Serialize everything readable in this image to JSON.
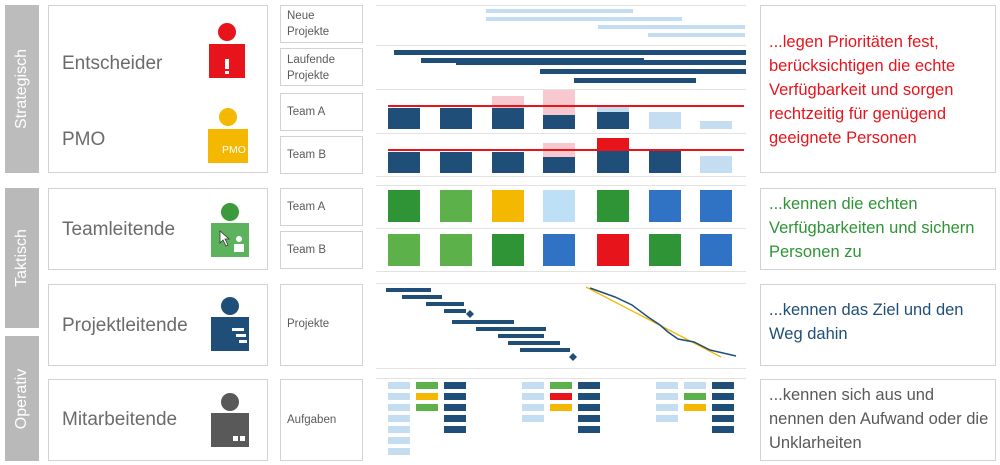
{
  "levels": [
    "Strategisch",
    "Taktisch",
    "Operativ"
  ],
  "roles": {
    "entscheider": "Entscheider",
    "pmo": "PMO",
    "pmo_badge": "PMO",
    "team": "Teamleitende",
    "project": "Projektleitende",
    "worker": "Mitarbeitende"
  },
  "row_labels": {
    "new": "Neue Projekte",
    "running": "Laufende Projekte",
    "team_a": "Team A",
    "team_b": "Team B",
    "team_a2": "Team A",
    "team_b2": "Team B",
    "projects": "Projekte",
    "tasks": "Aufgaben"
  },
  "statements": {
    "strategic": "...legen Prioritäten fest, berücksichtigen die echte Verfügbarkeit und sorgen rechtzeitig für genügend geeignete Personen",
    "tactical": "...kennen die echten Verfügbarkeiten und sichern Personen zu",
    "project": "...kennen das Ziel und den Weg dahin",
    "worker": "...kennen sich aus und nennen den Aufwand oder die Unklarheiten"
  },
  "colors": {
    "red": "#e8141c",
    "yellow": "#f5b800",
    "green": "#3c9a3c",
    "darkblue": "#1f4e79",
    "gray": "#595959",
    "lightblue": "#c5ddf0",
    "pink": "#f7c8ce"
  },
  "icons": [
    "decision-maker-icon",
    "pmo-icon",
    "team-lead-icon",
    "project-lead-icon",
    "worker-icon"
  ]
}
